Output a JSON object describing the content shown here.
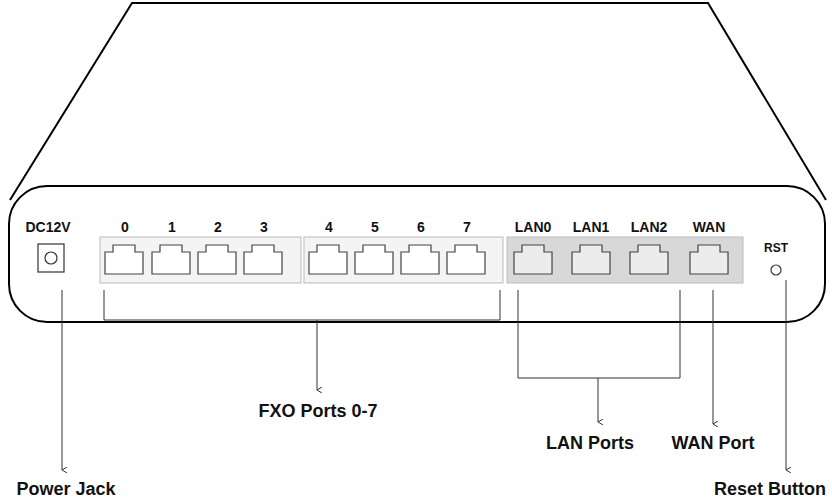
{
  "diagram": {
    "labels": [
      "DC12V",
      "0",
      "1",
      "2",
      "3",
      "4",
      "5",
      "6",
      "7",
      "LAN0",
      "LAN1",
      "LAN2",
      "WAN",
      "RST",
      "FXO Ports 0-7",
      "LAN Ports",
      "WAN Port",
      "Power Jack",
      "Reset Button"
    ]
  }
}
